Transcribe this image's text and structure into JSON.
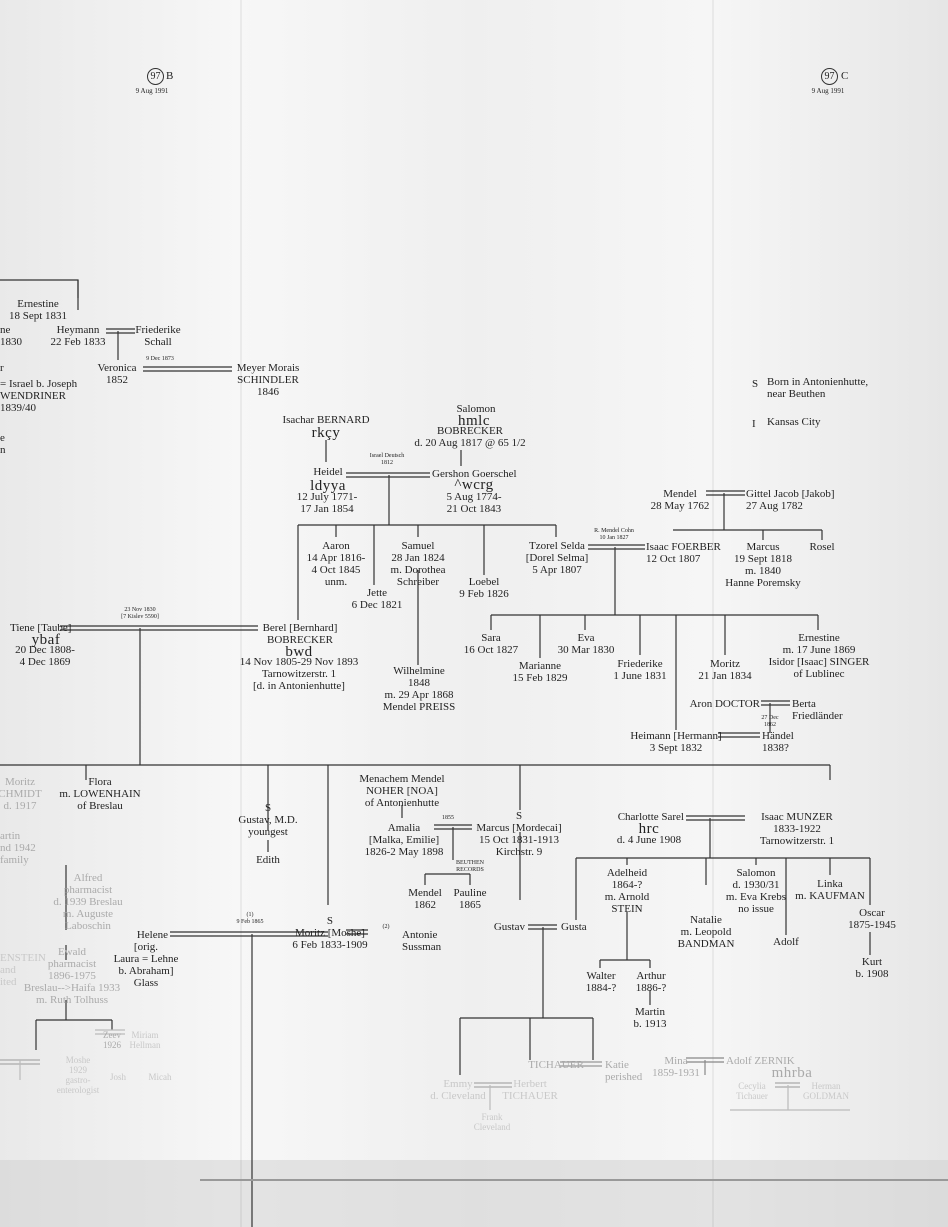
{
  "pages": [
    {
      "number": "97",
      "letter": "B",
      "date": "9 Aug 1991"
    },
    {
      "number": "97",
      "letter": "C",
      "date": "9 Aug 1991"
    }
  ],
  "legend": [
    {
      "symbol": "S",
      "text": "Born in Antonienhutte,\nnear Beuthen"
    },
    {
      "symbol": "I",
      "text": "Kansas City"
    }
  ],
  "marriages": {
    "nov_1830": "23 Nov 1830\n[7 Kislev 5590]",
    "dec_1873": "9 Dec 1873",
    "israel_deutsch": "Israel Deutsch\n1812",
    "mendel_cohn": "R. Mendel Cohn\n10 Jan 1827",
    "moritz_1": "(1)\n9 Feb 1865",
    "moritz_2": "(2)",
    "amalia_1855": "1855",
    "aron_1862": "27 Dec\n1862"
  },
  "beuthen_records": "BEUTHEN\nRECORDS",
  "people": [
    {
      "text": "Ernestine\n18 Sept 1831"
    },
    {
      "text": "ne\n1830"
    },
    {
      "text": "Heymann\n22 Feb 1833"
    },
    {
      "text": "Friederike\nSchall"
    },
    {
      "text": "r"
    },
    {
      "text": "Veronica\n1852"
    },
    {
      "text": "Meyer Morais\nSCHINDLER\n1846"
    },
    {
      "text": "= Israel b. Joseph\nWENDRINER\n1839/40"
    },
    {
      "text": "e\nn"
    },
    {
      "text": "Salomon"
    },
    {
      "text": "BOBRECKER\nd. 20 Aug 1817 @ 65 1/2"
    },
    {
      "text": "Isachar BERNARD"
    },
    {
      "text": "Heidel"
    },
    {
      "text": "12 July 1771-\n17 Jan 1854"
    },
    {
      "text": "Gershon Goerschel"
    },
    {
      "text": "5 Aug 1774-\n21 Oct 1843"
    },
    {
      "text": "Aaron\n14 Apr 1816-\n4 Oct 1845\nunm."
    },
    {
      "text": "Jette\n6 Dec 1821"
    },
    {
      "text": "Samuel\n28 Jan 1824\nm. Dorothea\nSchreiber"
    },
    {
      "text": "Loebel\n9 Feb 1826"
    },
    {
      "text": "Tzorel Selda\n[Dorel Selma]\n5 Apr 1807"
    },
    {
      "text": "Isaac FOERBER\n12 Oct 1807"
    },
    {
      "text": "Mendel\n28 May 1762"
    },
    {
      "text": "Gittel Jacob [Jakob]\n27 Aug 1782"
    },
    {
      "text": "Marcus\n19 Sept 1818\nm. 1840\nHanne Poremsky"
    },
    {
      "text": "Rosel"
    },
    {
      "text": "Tiene [Taube]"
    },
    {
      "text": "20 Dec 1808-\n4 Dec 1869"
    },
    {
      "text": "Berel [Bernhard]\nBOBRECKER"
    },
    {
      "text": "14 Nov 1805-29 Nov 1893\nTarnowitzerstr. 1\n[d. in Antonienhutte]"
    },
    {
      "text": "Wilhelmine\n1848\nm. 29 Apr 1868\nMendel PREISS"
    },
    {
      "text": "Sara\n16 Oct 1827"
    },
    {
      "text": "Marianne\n15 Feb 1829"
    },
    {
      "text": "Eva\n30 Mar 1830"
    },
    {
      "text": "Friederike\n1 June 1831"
    },
    {
      "text": "Moritz\n21 Jan 1834"
    },
    {
      "text": "Ernestine\nm. 17 June 1869\nIsidor [Isaac] SINGER\nof Lublinec"
    },
    {
      "text": "Aron DOCTOR"
    },
    {
      "text": "Berta\nFriedländer"
    },
    {
      "text": "Heimann [Hermann]\n3 Sept 1832"
    },
    {
      "text": "Händel\n1838?"
    },
    {
      "text": "Moritz\nCHMIDT\nd. 1917"
    },
    {
      "text": "Flora\nm. LOWENHAIN\nof Breslau"
    },
    {
      "text": "S\nGustav, M.D.\nyoungest"
    },
    {
      "text": "Edith"
    },
    {
      "text": "Menachem Mendel\nNOHER [NOA]\nof Antonienhutte"
    },
    {
      "text": "Amalia\n[Malka, Emilie]\n1826-2 May 1898"
    },
    {
      "text": "S\nMarcus [Mordecai]\n15 Oct 1831-1913\nKirchstr. 9"
    },
    {
      "text": "Charlotte Sarel"
    },
    {
      "text": "d. 4 June 1908"
    },
    {
      "text": "Isaac MUNZER\n1833-1922\nTarnowitzerstr. 1"
    },
    {
      "text": "artin\nnd 1942\nfamily"
    },
    {
      "text": "Alfred\npharmacist\nd. 1939 Breslau\nm. Auguste\nLaboschin"
    },
    {
      "text": "Mendel\n1862"
    },
    {
      "text": "Pauline\n1865"
    },
    {
      "text": "Adelheid\n1864-?\nm. Arnold\nSTEIN"
    },
    {
      "text": "Salomon\nd. 1930/31\nm. Eva Krebs\nno issue"
    },
    {
      "text": "Linka\nm. KAUFMAN"
    },
    {
      "text": "Natalie\nm. Leopold\nBANDMAN"
    },
    {
      "text": "Adolf"
    },
    {
      "text": "Oscar\n1875-1945"
    },
    {
      "text": "Kurt\nb. 1908"
    },
    {
      "text": "ENSTEIN\nand\nited"
    },
    {
      "text": "Ewald\npharmacist\n1896-1975\nBreslau-->Haifa 1933\nm. Ruth Tolhuss"
    },
    {
      "text": "Helene"
    },
    {
      "text": "[orig.\nLaura = Lehne\nb. Abraham]\nGlass"
    },
    {
      "text": "S\nMoritz [Moshe]\n6 Feb 1833-1909"
    },
    {
      "text": "Antonie\nSussman"
    },
    {
      "text": "Gustav"
    },
    {
      "text": "Gusta"
    },
    {
      "text": "Walter\n1884-?"
    },
    {
      "text": "Arthur\n1886-?"
    },
    {
      "text": "Martin\nb. 1913"
    },
    {
      "text": "Zeev\n1926"
    },
    {
      "text": "Miriam\nHellman"
    },
    {
      "text": "Moshe\n1929\ngastro-\nenterologist"
    },
    {
      "text": "Josh"
    },
    {
      "text": "Micah"
    },
    {
      "text": "TICHAUER"
    },
    {
      "text": "Katie\nperished"
    },
    {
      "text": "Emmy\nd. Cleveland"
    },
    {
      "text": "Herbert\nTICHAUER"
    },
    {
      "text": "Frank\nCleveland"
    },
    {
      "text": "Mina\n1859-1931"
    },
    {
      "text": "Adolf ZERNIK"
    },
    {
      "text": "Cecylia\nTichauer"
    },
    {
      "text": "Herman\nGOLDMAN"
    }
  ],
  "hebrew": [
    "rkçy",
    "hmlc",
    "ldyya",
    "^wcrg",
    "ybaf",
    "bwd",
    "hrc",
    "mhrba"
  ]
}
